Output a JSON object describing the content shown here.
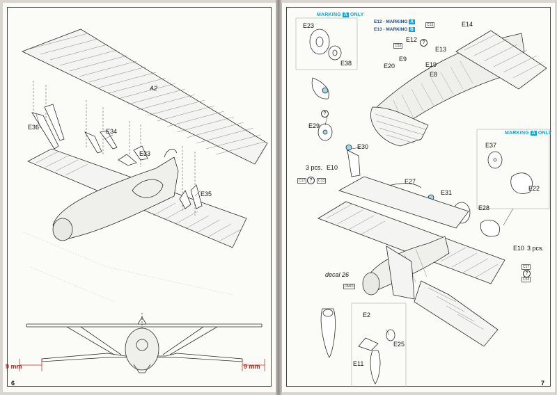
{
  "left_page": {
    "page_number": "6",
    "labels": {
      "a2": "A2",
      "e36": "E36",
      "e34": "E34",
      "e33": "E33",
      "e35": "E35"
    },
    "dimension_left": "9 mm",
    "dimension_right": "9 mm"
  },
  "right_page": {
    "page_number": "7",
    "marking_a_only_top": {
      "prefix": "MARKING",
      "letter": "A",
      "suffix": "ONLY"
    },
    "marking_a_only_right": {
      "prefix": "MARKING",
      "letter": "A",
      "suffix": "ONLY"
    },
    "marking_list": [
      {
        "part": "E12",
        "text": "- MARKING",
        "letter": "A"
      },
      {
        "part": "E13",
        "text": "- MARKING",
        "letter": "B"
      }
    ],
    "labels": {
      "e23": "E23",
      "e38": "E38",
      "e12": "E12",
      "e13": "E13",
      "e14": "E14",
      "e9": "E9",
      "e20": "E20",
      "e19": "E19",
      "e8": "E8",
      "e29": "E29",
      "e30": "E30",
      "pcs3_left": "3 pcs.",
      "e10_left": "E10",
      "e27": "E27",
      "e31": "E31",
      "e28": "E28",
      "e37": "E37",
      "e22": "E22",
      "e10_right": "E10",
      "pcs3_right": "3 pcs.",
      "decal": "decal 26",
      "e2": "E2",
      "e25": "E25",
      "e11": "E11"
    },
    "tags": {
      "c13": "C13",
      "c13b": "C13",
      "c53": "C53",
      "c17": "C17",
      "c17b": "C17",
      "c53b": "C53",
      "dm01": "DM01"
    }
  },
  "colors": {
    "marking_blue": "#1aa0d6",
    "dimension_red": "#c0201c",
    "line": "#2a2a2a"
  },
  "icons": [
    "question-mark-icon"
  ]
}
